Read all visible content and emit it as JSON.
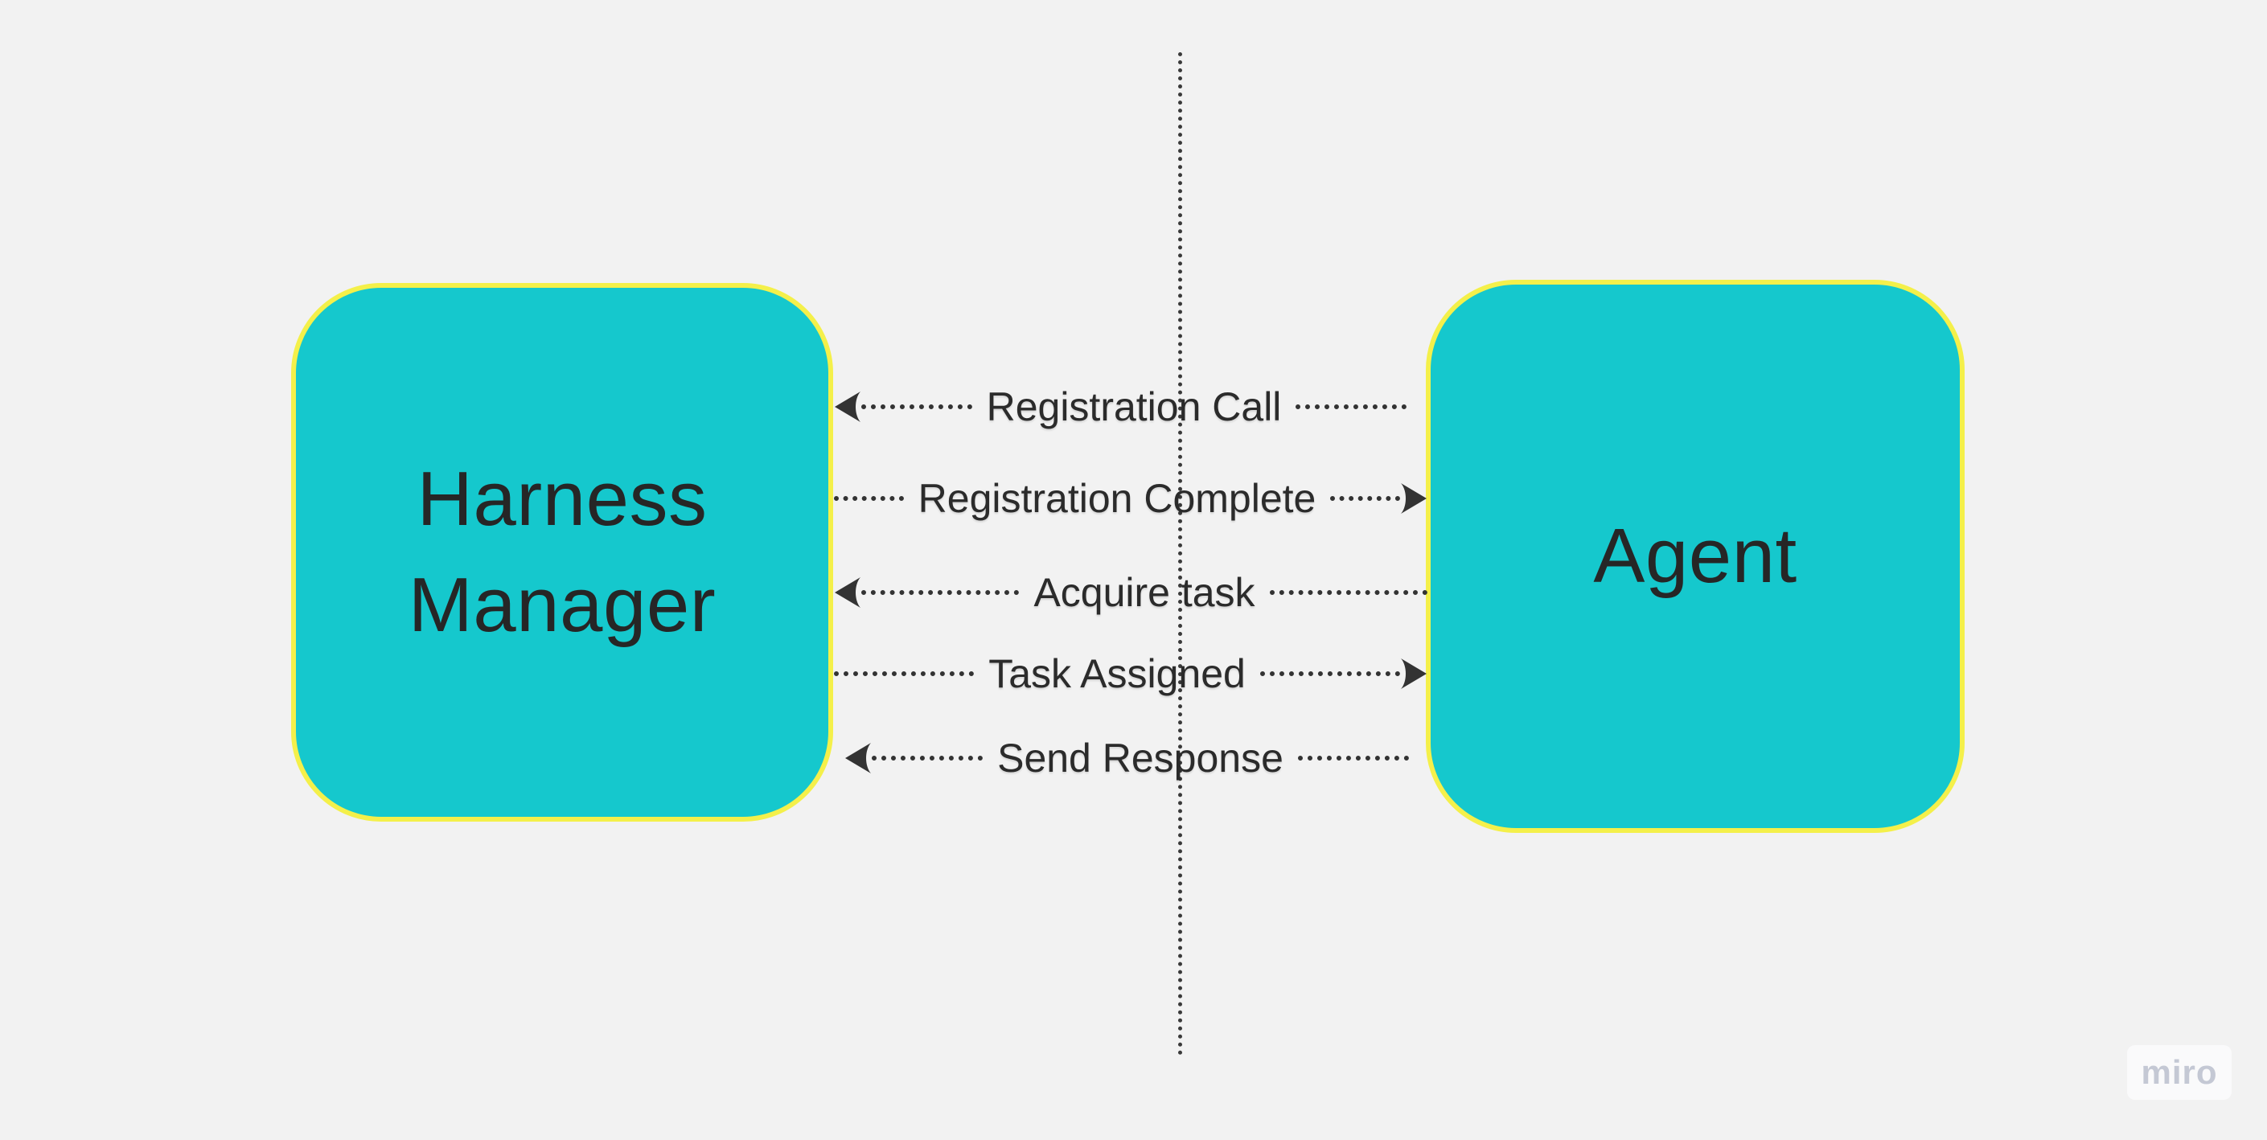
{
  "canvas": {
    "background_color": "#f2f2f2"
  },
  "style": {
    "node_fill_color": "#15c8cd",
    "node_border_color": "#f4f04a",
    "node_text_color": "#262626",
    "connector_color": "#333333",
    "watermark_text_color": "#c4c8d4"
  },
  "nodes": {
    "harness_manager": {
      "label": "Harness Manager"
    },
    "agent": {
      "label": "Agent"
    }
  },
  "connectors": [
    {
      "label": "Registration Call",
      "direction": "left",
      "from": "Agent",
      "to": "Harness Manager"
    },
    {
      "label": "Registration Complete",
      "direction": "right",
      "from": "Harness Manager",
      "to": "Agent"
    },
    {
      "label": "Acquire task",
      "direction": "left",
      "from": "Agent",
      "to": "Harness Manager"
    },
    {
      "label": "Task Assigned",
      "direction": "right",
      "from": "Harness Manager",
      "to": "Agent"
    },
    {
      "label": "Send Response",
      "direction": "left",
      "from": "Agent",
      "to": "Harness Manager"
    }
  ],
  "watermark": {
    "label": "miro"
  }
}
